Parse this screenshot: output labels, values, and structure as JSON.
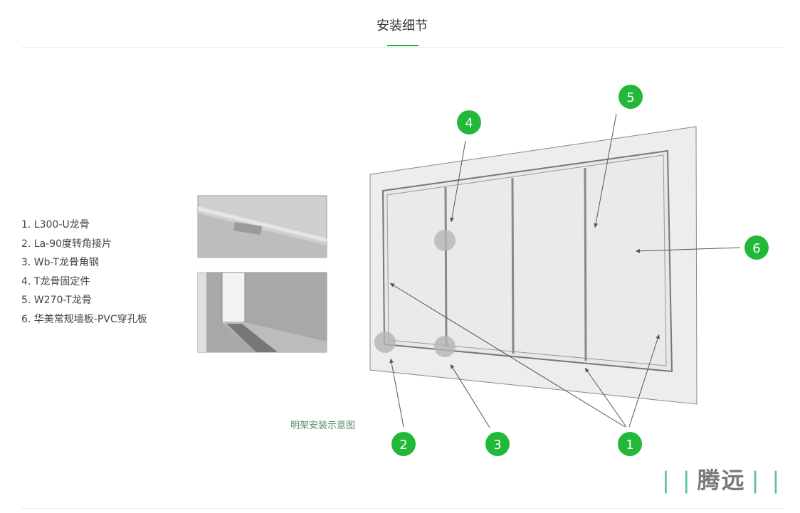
{
  "header": {
    "title": "安装细节"
  },
  "legend": {
    "items": [
      "1.  L300-U龙骨",
      "2.  La-90度转角接片",
      "3. Wb-T龙骨角钢",
      "4.  T龙骨固定件",
      "5. W270-T龙骨",
      "6. 华美常规墙板-PVC穿孔板"
    ]
  },
  "diagram": {
    "caption": "明架安装示意图",
    "markers": [
      "1",
      "2",
      "3",
      "4",
      "5",
      "6"
    ]
  },
  "logo": {
    "text": "腾远"
  },
  "colors": {
    "accent": "#22b83a",
    "logo_bar": "#5cbfa8"
  }
}
